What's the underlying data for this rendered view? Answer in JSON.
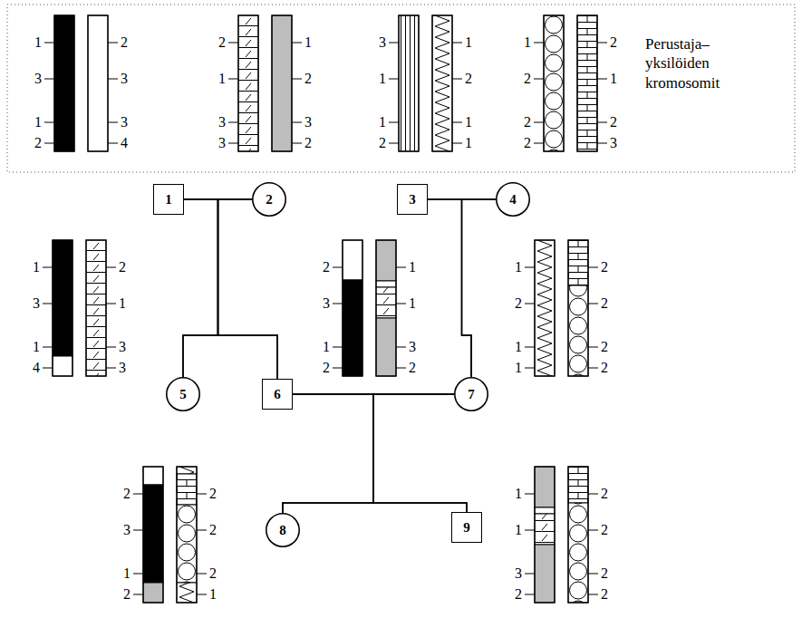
{
  "diagram": {
    "nodes": [
      {
        "text": [
          "1"
        ]
      },
      {
        "text": [
          "2"
        ]
      },
      {
        "text": [
          "3"
        ]
      },
      {
        "text": [
          "4"
        ]
      },
      {
        "text": [
          "5"
        ]
      },
      {
        "text": [
          "6"
        ]
      },
      {
        "text": [
          "7"
        ]
      },
      {
        "text": [
          "8"
        ]
      },
      {
        "text": [
          "9"
        ]
      }
    ],
    "edges": [
      {
        "from": 0,
        "to": 1,
        "arrow": "none"
      },
      {
        "from": 0,
        "to": 4,
        "arrow": "none"
      },
      {
        "from": 1,
        "to": 4,
        "arrow": "none"
      },
      {
        "from": 0,
        "to": 5,
        "arrow": "none"
      },
      {
        "from": 1,
        "to": 5,
        "arrow": "none"
      },
      {
        "from": 2,
        "to": 3,
        "arrow": "none"
      },
      {
        "from": 2,
        "to": 6,
        "arrow": "none"
      },
      {
        "from": 3,
        "to": 6,
        "arrow": "none"
      },
      {
        "from": 5,
        "to": 6,
        "arrow": "none"
      },
      {
        "from": 5,
        "to": 7,
        "arrow": "none"
      },
      {
        "from": 6,
        "to": 7,
        "arrow": "none"
      },
      {
        "from": 5,
        "to": 8,
        "arrow": "none"
      },
      {
        "from": 6,
        "to": 8,
        "arrow": "none"
      }
    ],
    "labels": [
      "1",
      "3",
      "1",
      "2",
      "2",
      "3",
      "3",
      "4",
      "2",
      "1",
      "3",
      "3",
      "1",
      "2",
      "3",
      "2",
      "3",
      "1",
      "1",
      "2",
      "1",
      "2",
      "1",
      "1",
      "1",
      "2",
      "2",
      "2",
      "2",
      "1",
      "2",
      "3",
      "Perustaja– yksilöiden kromosomit",
      "1",
      "3",
      "1",
      "4",
      "2",
      "1",
      "3",
      "3",
      "2",
      "3",
      "1",
      "2",
      "1",
      "1",
      "3",
      "2",
      "1",
      "2",
      "1",
      "1",
      "2",
      "2",
      "2",
      "2",
      "2",
      "3",
      "1",
      "2",
      "2",
      "2",
      "2",
      "1",
      "1",
      "1",
      "3",
      "2",
      "2",
      "2",
      "2",
      "2"
    ]
  }
}
